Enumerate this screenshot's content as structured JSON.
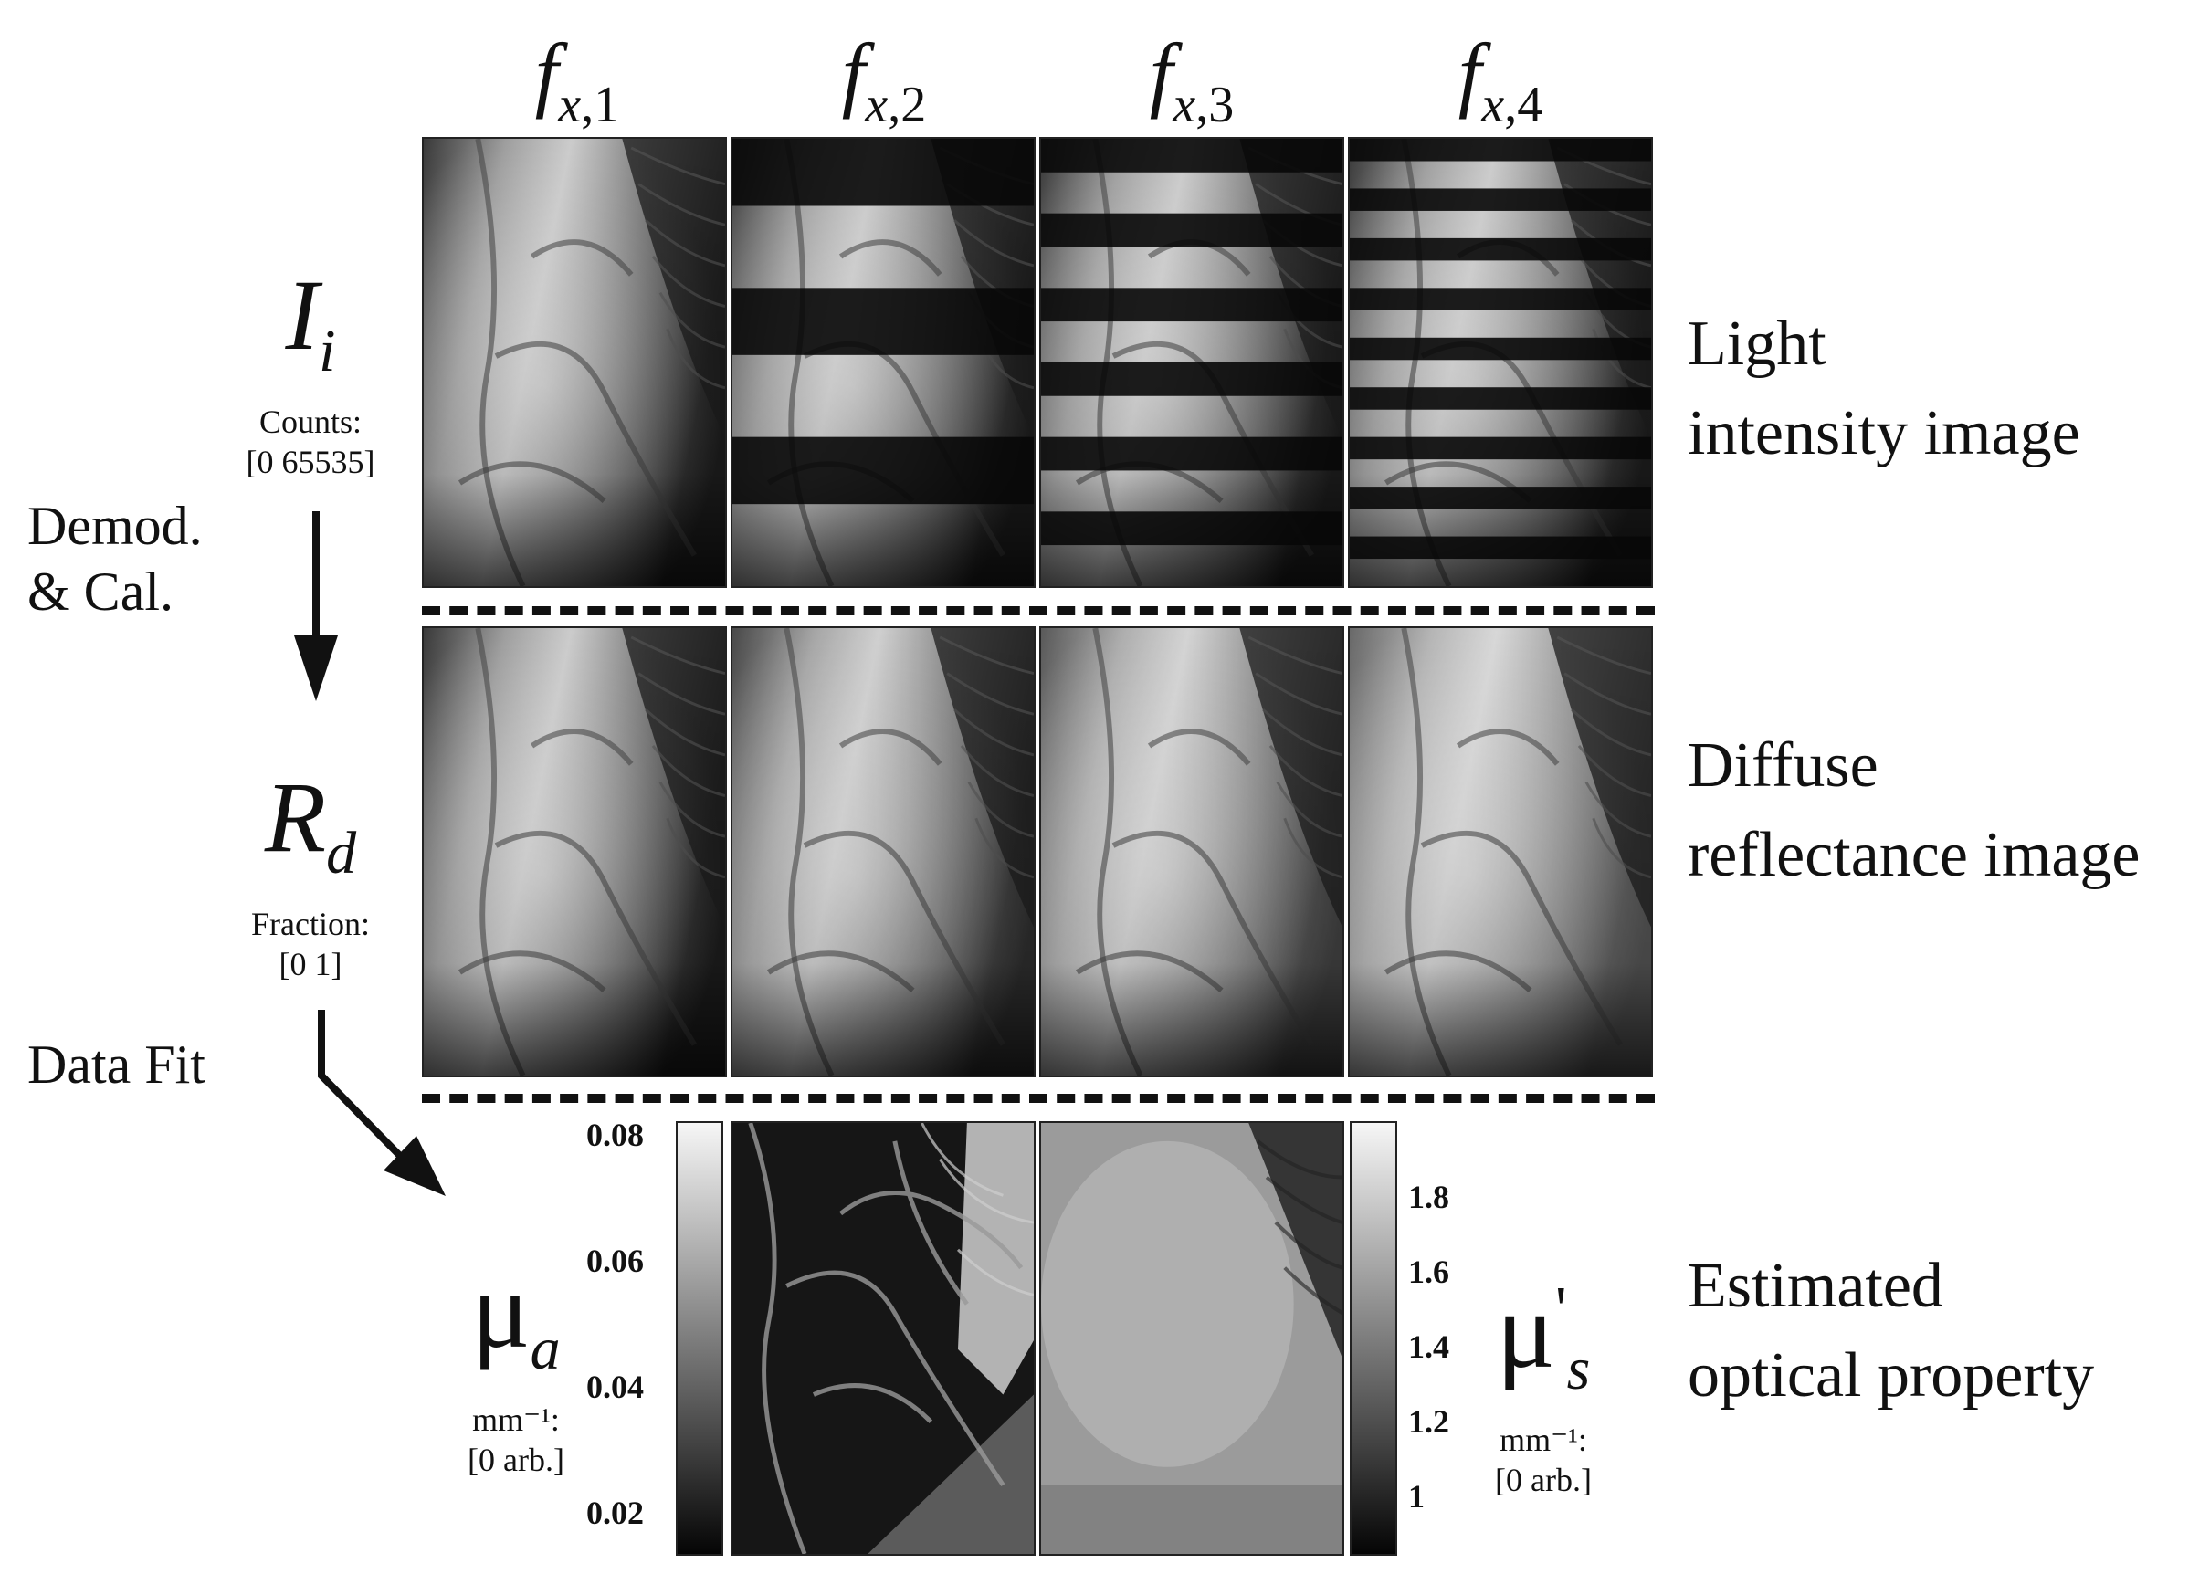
{
  "columns": [
    {
      "var": "f",
      "sub_var": "x",
      "sub_num": ",1"
    },
    {
      "var": "f",
      "sub_var": "x",
      "sub_num": ",2"
    },
    {
      "var": "f",
      "sub_var": "x",
      "sub_num": ",3"
    },
    {
      "var": "f",
      "sub_var": "x",
      "sub_num": ",4"
    }
  ],
  "rows": {
    "intensity": {
      "symbol": "I",
      "subscript": "i",
      "units_label": "Counts:",
      "range": "[0 65535]",
      "description_line1": "Light",
      "description_line2": "intensity image",
      "stripe_periods": [
        0,
        3,
        6,
        9
      ]
    },
    "reflectance": {
      "symbol": "R",
      "subscript": "d",
      "units_label": "Fraction:",
      "range": "[0 1]",
      "description_line1": "Diffuse",
      "description_line2": "reflectance image"
    },
    "optical": {
      "mua_symbol": "μ",
      "mua_subscript": "a",
      "mus_symbol": "μ",
      "mus_prime": "'",
      "mus_subscript": "s",
      "units_label": "mm⁻¹:",
      "range": "[0 arb.]",
      "description_line1": "Estimated",
      "description_line2": "optical property",
      "mua_ticks": [
        "0.08",
        "0.06",
        "0.04",
        "0.02"
      ],
      "mus_ticks": [
        "1.8",
        "1.6",
        "1.4",
        "1.2",
        "1"
      ]
    }
  },
  "steps": {
    "demod_line1": "Demod.",
    "demod_line2": "& Cal.",
    "fit": "Data Fit"
  },
  "colors": {
    "ink": "#111111",
    "tile_dark": "#1a1a1a",
    "tile_light": "#e6e6e6"
  }
}
